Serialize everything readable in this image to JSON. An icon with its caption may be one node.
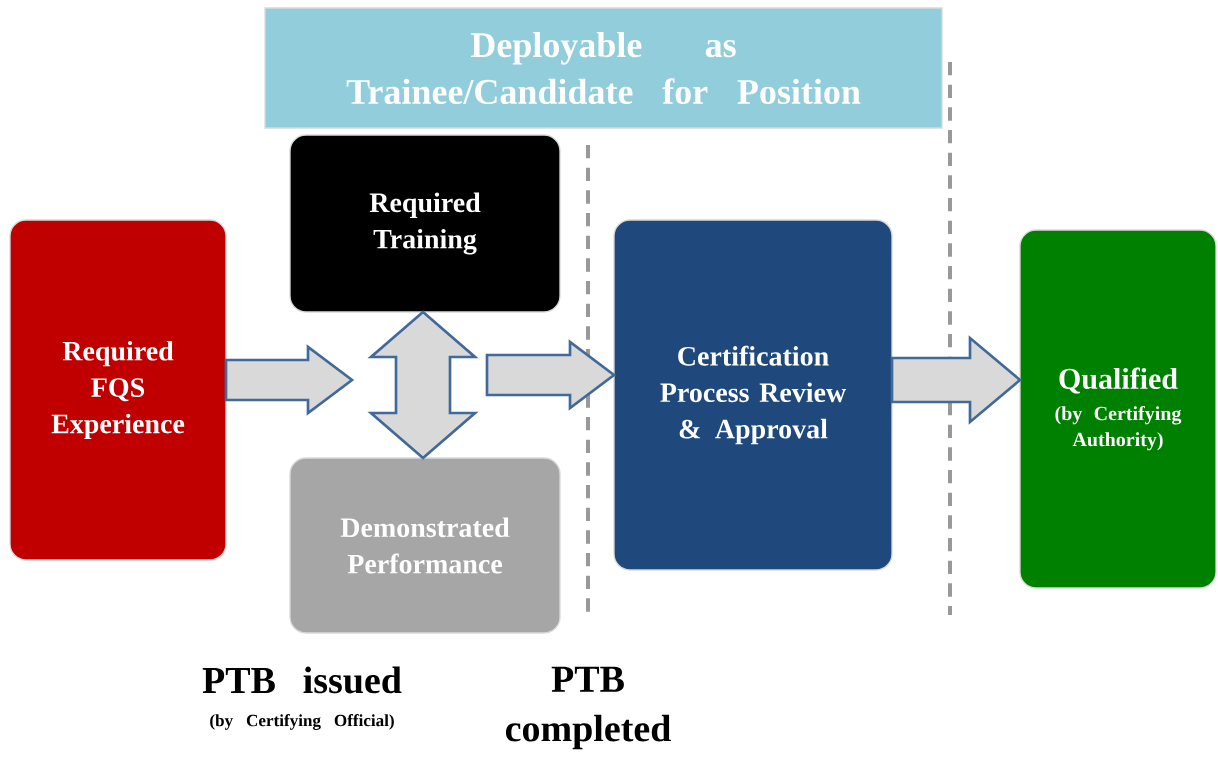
{
  "diagram": {
    "nodes": [
      {
        "text": [
          "Deployable as Trainee/Candidate for Position"
        ]
      },
      {
        "text": [
          "Required FQS Experience"
        ]
      },
      {
        "text": [
          "Required Training"
        ]
      },
      {
        "text": [
          "Demonstrated Performance"
        ]
      },
      {
        "text": [
          "Certification Process Review & Approval"
        ]
      },
      {
        "text": [
          "Qualified",
          "(by Certifying Authority)"
        ]
      }
    ],
    "edges": [
      {
        "from": 1,
        "to": null,
        "arrow": "to"
      },
      {
        "from": 2,
        "to": 3,
        "arrow": "both"
      },
      {
        "from": null,
        "to": 4,
        "arrow": "to"
      },
      {
        "from": 4,
        "to": 5,
        "arrow": "to"
      }
    ],
    "labels": [
      "PTB issued",
      "(by Certifying Official)",
      "PTB completed"
    ]
  }
}
